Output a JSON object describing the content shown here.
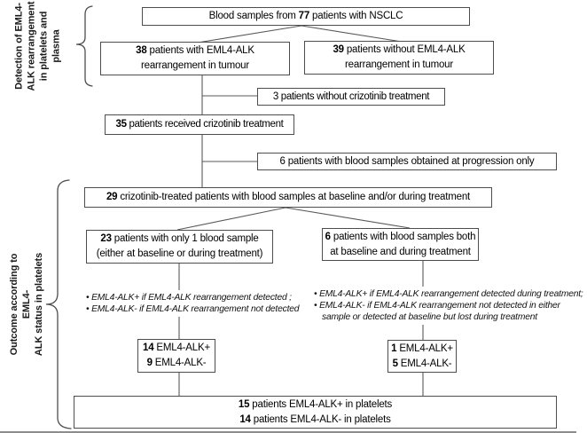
{
  "colors": {
    "box_border": "#4d4d4d",
    "connector": "#595959",
    "brace": "#4d4d4d",
    "text": "#000000",
    "background": "#ffffff",
    "bottom_rule": "#8c8c8c"
  },
  "side_labels": {
    "detection": "Detection of EML4-\nALK rearrangement\nin platelets and\nplasma",
    "outcome": "Outcome according to EML4-\nALK status in platelets"
  },
  "nodes": {
    "blood_samples": {
      "line1": [
        {
          "t": "Blood samples from "
        },
        {
          "t": "77",
          "b": true
        },
        {
          "t": " patients with NSCLC"
        }
      ]
    },
    "with_rearrangement": {
      "line1": [
        {
          "t": "38",
          "b": true
        },
        {
          "t": " patients with  EML4-ALK"
        }
      ],
      "line2": [
        {
          "t": "rearrangement in tumour"
        }
      ]
    },
    "without_rearrangement": {
      "line1": [
        {
          "t": "39",
          "b": true
        },
        {
          "t": " patients without  EML4-ALK"
        }
      ],
      "line2": [
        {
          "t": "rearrangement  in tumour"
        }
      ]
    },
    "no_crizotinib": {
      "line1": [
        {
          "t": "3 patients without  crizotinib treatment"
        }
      ]
    },
    "received_crizotinib": {
      "line1": [
        {
          "t": "35",
          "b": true
        },
        {
          "t": " patients received crizotinib treatment"
        }
      ]
    },
    "progression_only": {
      "line1": [
        {
          "t": "6 patients with blood samples obtained at progression only"
        }
      ]
    },
    "treated_with_samples": {
      "line1": [
        {
          "t": "29",
          "b": true
        },
        {
          "t": " crizotinib-treated patients with blood samples at baseline and/or during treatment"
        }
      ]
    },
    "single_sample": {
      "line1": [
        {
          "t": "23",
          "b": true
        },
        {
          "t": " patients with only 1 blood sample"
        }
      ],
      "line2": [
        {
          "t": "(either at baseline or during treatment)"
        }
      ]
    },
    "both_samples": {
      "line1": [
        {
          "t": "6",
          "b": true
        },
        {
          "t": " patients with blood samples both"
        }
      ],
      "line2": [
        {
          "t": "at baseline and during treatment"
        }
      ]
    },
    "single_sample_result": {
      "line1": [
        {
          "t": "14",
          "b": true
        },
        {
          "t": " EML4-ALK+"
        }
      ],
      "line2": [
        {
          "t": "9",
          "b": true
        },
        {
          "t": " EML4-ALK-"
        }
      ]
    },
    "both_samples_result": {
      "line1": [
        {
          "t": "1",
          "b": true
        },
        {
          "t": " EML4-ALK+"
        }
      ],
      "line2": [
        {
          "t": "5",
          "b": true
        },
        {
          "t": " EML4-ALK-"
        }
      ]
    },
    "final_outcome": {
      "line1": [
        {
          "t": "15",
          "b": true
        },
        {
          "t": " patients EML4-ALK+  in platelets"
        }
      ],
      "line2": [
        {
          "t": "14",
          "b": true
        },
        {
          "t": " patients EML4-ALK-  in platelets"
        }
      ]
    }
  },
  "annotations": {
    "single_sample_rule": [
      "• EML4-ALK+ if EML4-ALK rearrangement detected ;",
      "• EML4-ALK- if EML4-ALK rearrangement not detected"
    ],
    "both_samples_rule": [
      "• EML4-ALK+ if EML4-ALK rearrangement detected during treatment;",
      "• EML4-ALK- if EML4-ALK rearrangement not detected in either",
      "sample or detected at baseline but lost during treatment"
    ]
  }
}
